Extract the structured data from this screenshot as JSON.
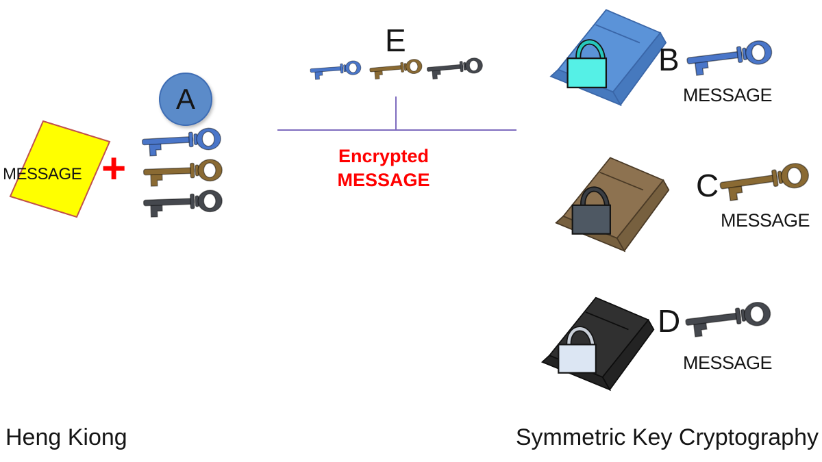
{
  "sender": {
    "message_label": "MESSAGE",
    "plus_sign": "+",
    "party_letter": "A"
  },
  "channel": {
    "party_letter": "E",
    "caption_line1": "Encrypted",
    "caption_line2": "MESSAGE"
  },
  "recipients": [
    {
      "party_letter": "B",
      "message_label": "MESSAGE"
    },
    {
      "party_letter": "C",
      "message_label": "MESSAGE"
    },
    {
      "party_letter": "D",
      "message_label": "MESSAGE"
    }
  ],
  "footer": {
    "author": "Heng Kiong",
    "title": "Symmetric Key Cryptography"
  },
  "icons": {
    "sender_keys": [
      "blue-key-icon",
      "brown-key-icon",
      "black-key-icon"
    ],
    "channel_keys": [
      "blue-key-icon",
      "brown-key-icon",
      "black-key-icon"
    ],
    "recipient_packages": [
      "blue-locked-package-icon",
      "brown-locked-package-icon",
      "black-locked-package-icon"
    ],
    "recipient_keys": [
      "blue-key-icon",
      "brown-key-icon",
      "black-key-icon"
    ]
  },
  "colors": {
    "sheet_yellow": "#FFFF00",
    "sheet_edge": "#C0504D",
    "accent_red": "#FF0000",
    "line_purple": "#7E6BBE",
    "circle_blue": "#5B8BC9",
    "circle_edge": "#3D6CB4",
    "key_blue": "#4A76C9",
    "key_brown": "#8A6A33",
    "key_dark": "#45484E",
    "box_blue": "#5B93D8",
    "box_blue_side": "#4679BE",
    "box_brown": "#8D7250",
    "box_brown_side": "#77603F",
    "box_black": "#303030",
    "box_black_side": "#232323",
    "lock_cyan": "#55F0E6",
    "lock_cyan_shackle": "#27C8BC",
    "lock_gray": "#4E5863",
    "lock_gray_shackle": "#3A3E44",
    "lock_light": "#DCE6F3",
    "lock_light_shackle": "#C9CFD8"
  }
}
